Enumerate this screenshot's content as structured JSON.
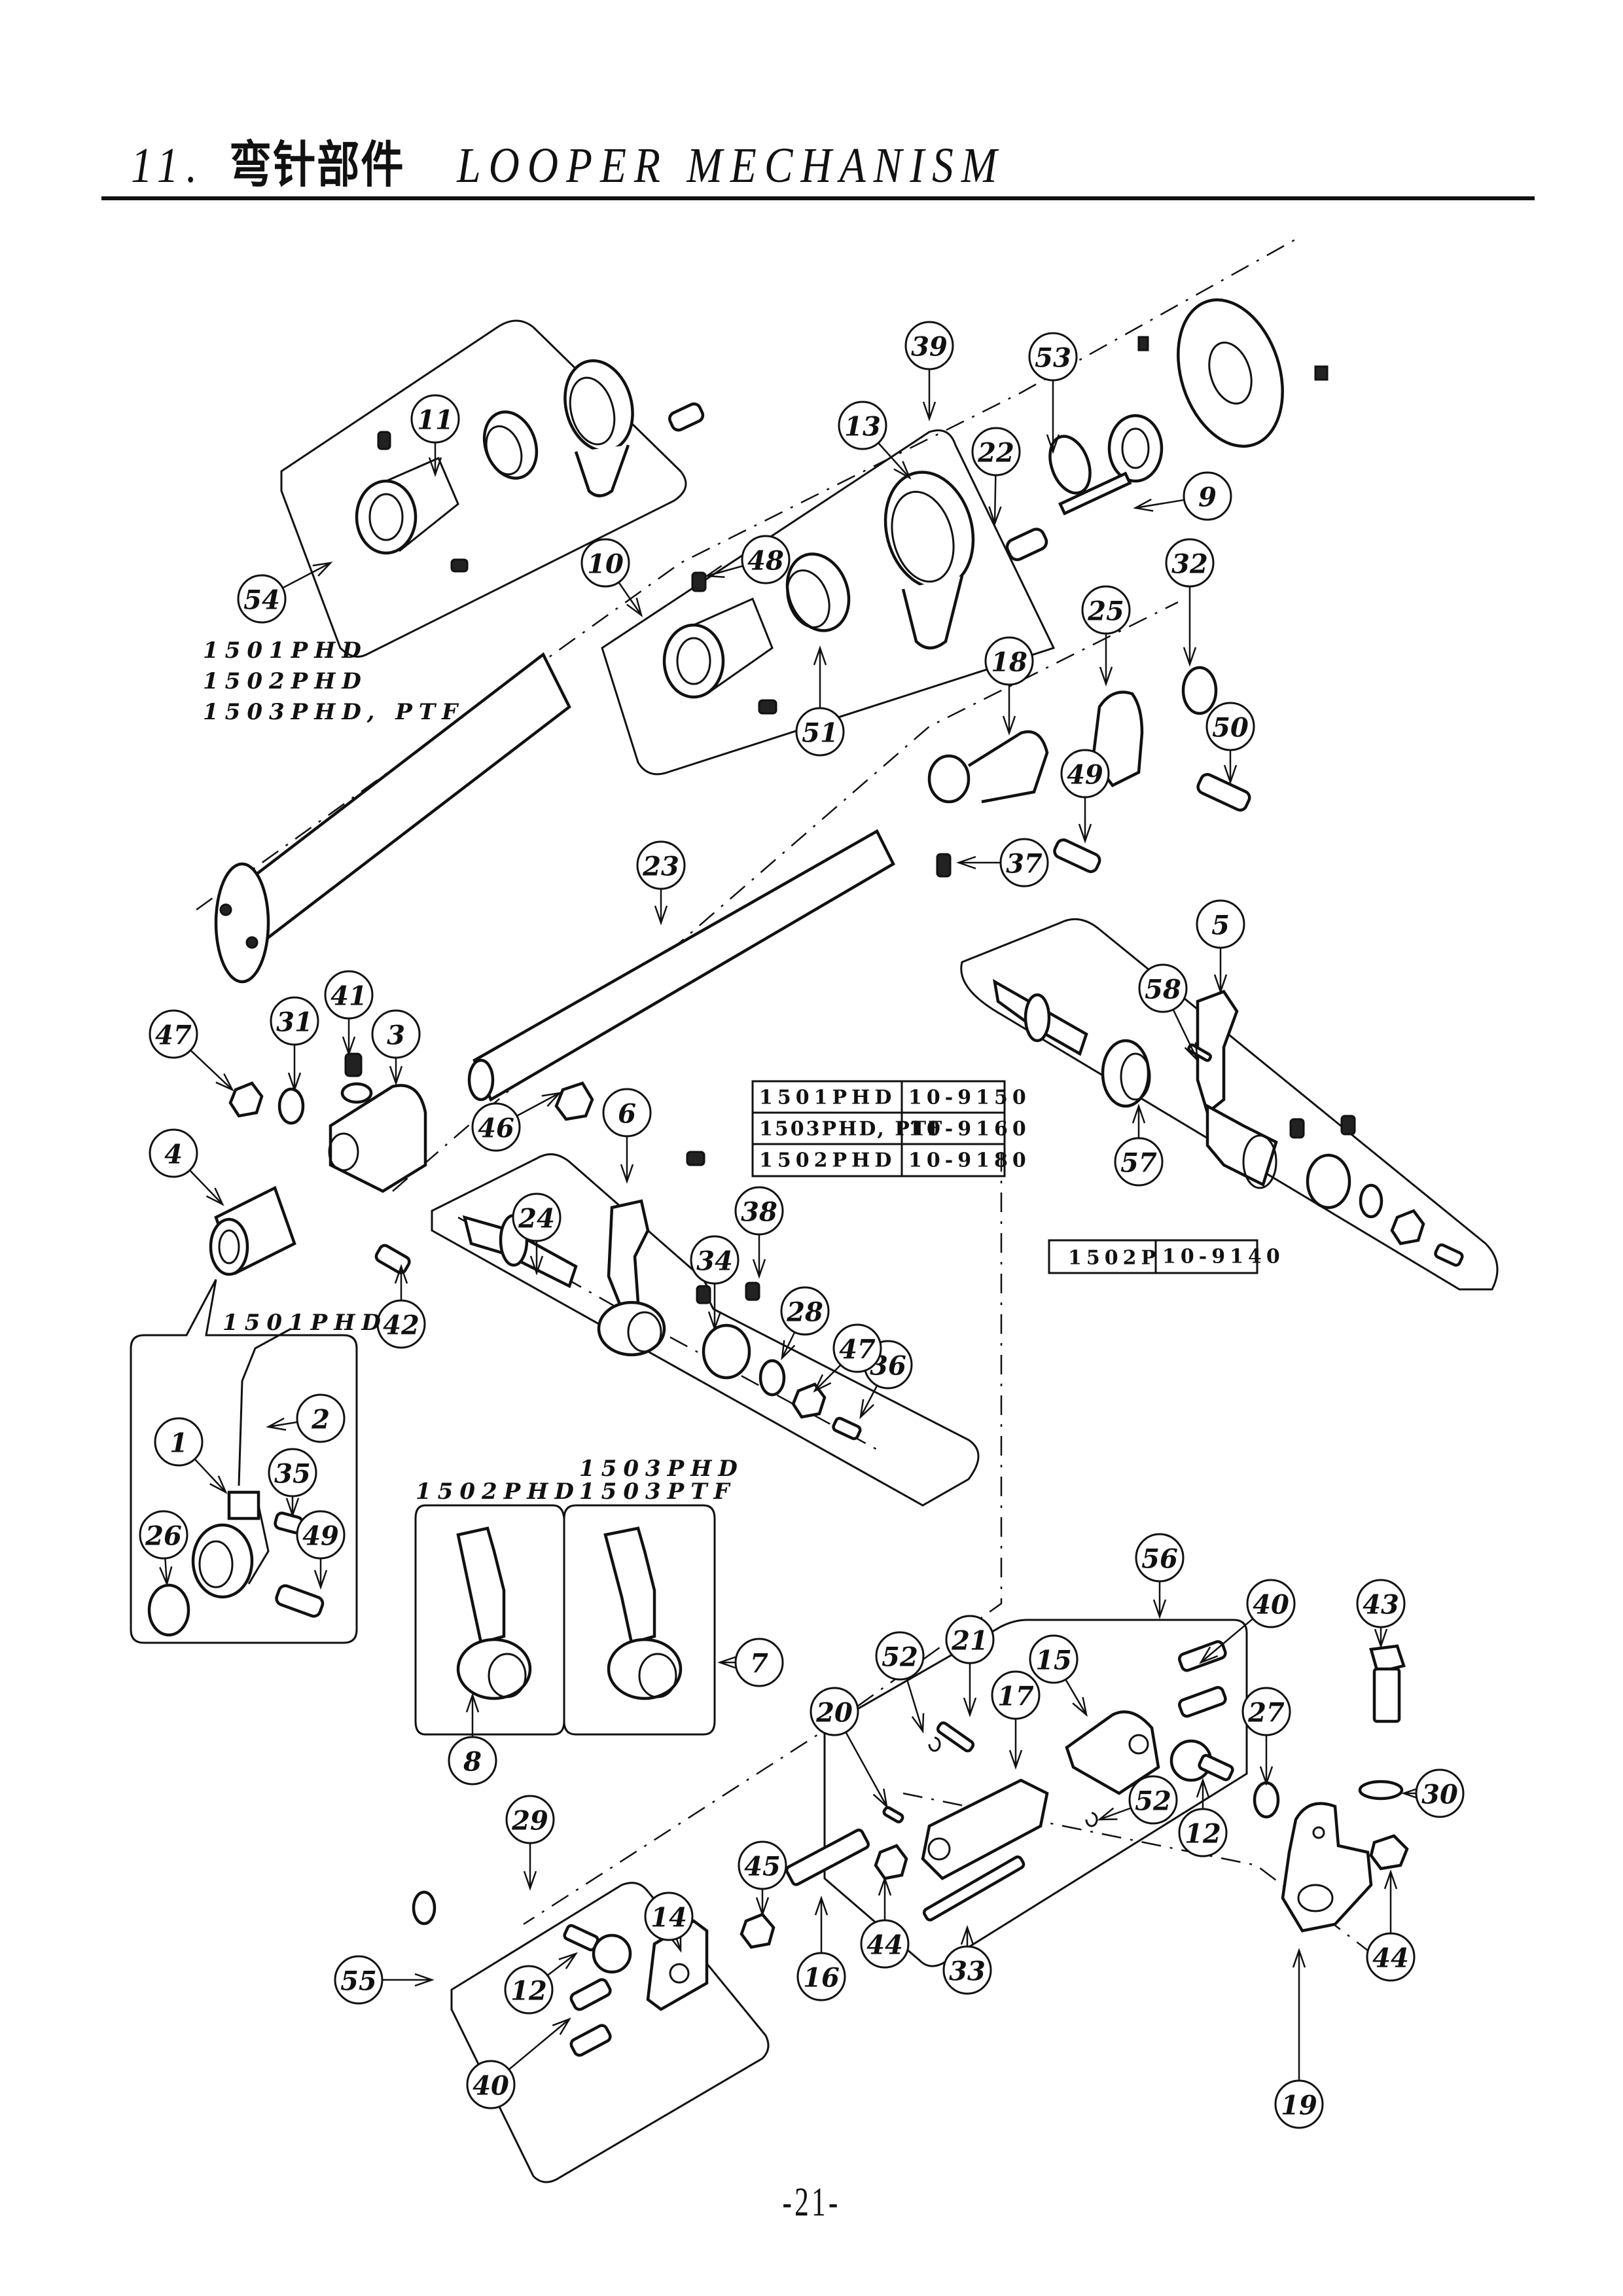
{
  "header": {
    "section_number": "11.",
    "title_cn": "弯针部件",
    "title_en": "LOOPER MECHANISM"
  },
  "page_number": "-21-",
  "model_labels": {
    "assembly_54": [
      "1501PHD",
      "1502PHD",
      "1503PHD, PTF"
    ],
    "inset_1501": "1501PHD",
    "inset_1502": "1502PHD",
    "inset_1503": [
      "1503PHD",
      "1503PTF"
    ]
  },
  "model_tables": {
    "looper_holder_assembly": [
      {
        "model": "1501PHD",
        "part_no": "10-9150"
      },
      {
        "model": "1503PHD, PTF",
        "part_no": "10-9160"
      },
      {
        "model": "1502PHD",
        "part_no": "10-9180"
      }
    ],
    "alt_assembly": [
      {
        "model": "1502P",
        "part_no": "10-9140"
      }
    ]
  },
  "callouts": [
    "1",
    "2",
    "3",
    "4",
    "5",
    "6",
    "7",
    "8",
    "9",
    "10",
    "11",
    "12",
    "12",
    "13",
    "14",
    "15",
    "16",
    "17",
    "18",
    "19",
    "20",
    "21",
    "22",
    "23",
    "24",
    "25",
    "26",
    "27",
    "28",
    "29",
    "30",
    "31",
    "32",
    "33",
    "34",
    "35",
    "36",
    "37",
    "38",
    "39",
    "40",
    "40",
    "41",
    "42",
    "43",
    "44",
    "44",
    "45",
    "46",
    "47",
    "47",
    "48",
    "49",
    "49",
    "50",
    "51",
    "52",
    "52",
    "53",
    "54",
    "55",
    "56",
    "57",
    "58"
  ]
}
